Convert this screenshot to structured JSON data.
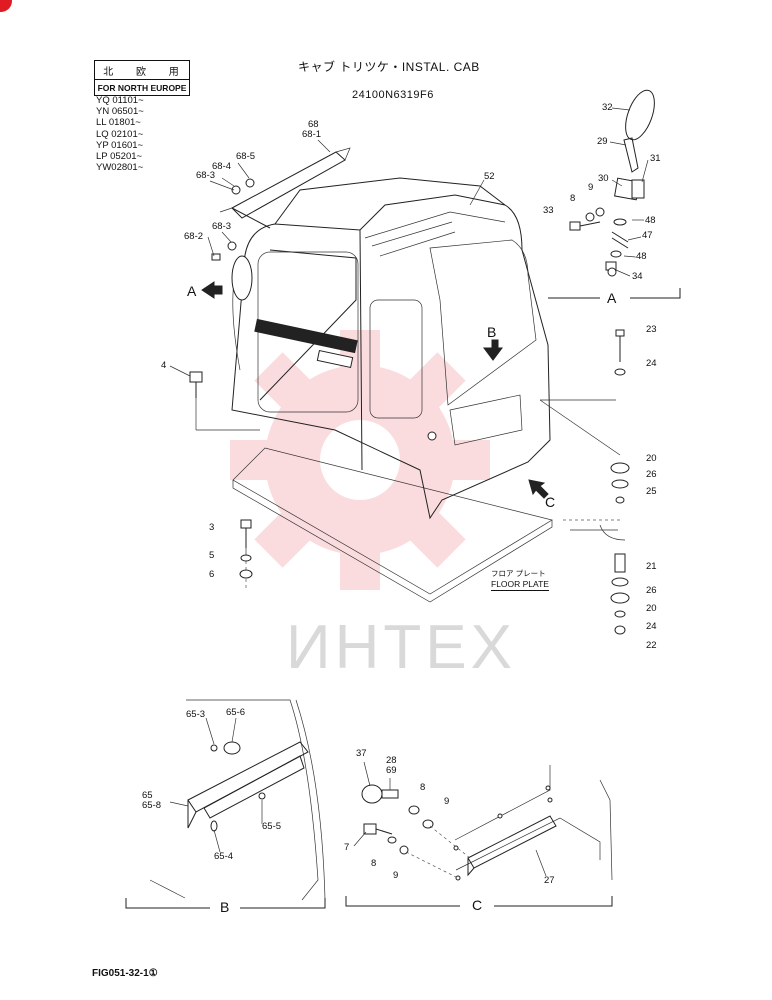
{
  "region": {
    "label_jp": "北 欧 用",
    "label_en": "FOR NORTH EUROPE"
  },
  "serials": [
    "YQ 01101~",
    "YN 06501~",
    "LL 01801~",
    "LQ 02101~",
    "YP 01601~",
    "LP 05201~",
    "YW02801~"
  ],
  "title": "キャブ トリツケ・INSTAL. CAB",
  "part_number": "24100N6319F6",
  "fig_code": "FIG051-32-1①",
  "floor_plate": {
    "jp": "フロア プレート",
    "en": "FLOOR PLATE"
  },
  "watermark": {
    "text": "ИНТЕХ"
  },
  "colors": {
    "watermark": "#e8424c",
    "ink": "#111111",
    "corner_mark": "#e01b24"
  },
  "views": {
    "a": "A",
    "b": "B",
    "c": "C"
  },
  "callouts": {
    "p68": "68",
    "p68_1": "68-1",
    "p68_5": "68-5",
    "p68_4": "68-4",
    "p68_3a": "68-3",
    "p68_3b": "68-3",
    "p68_2": "68-2",
    "p52": "52",
    "p4": "4",
    "p32": "32",
    "p29": "29",
    "p30": "30",
    "p31": "31",
    "p9a": "9",
    "p8a": "8",
    "p33": "33",
    "p48a": "48",
    "p47": "47",
    "p48b": "48",
    "p34": "34",
    "p23": "23",
    "p24a": "24",
    "p20a": "20",
    "p26a": "26",
    "p25": "25",
    "p21": "21",
    "p26b": "26",
    "p20b": "20",
    "p24b": "24",
    "p22": "22",
    "p3": "3",
    "p5": "5",
    "p6": "6",
    "p65_3": "65-3",
    "p65_6": "65-6",
    "p65": "65",
    "p65_8": "65-8",
    "p65_5": "65-5",
    "p65_4": "65-4",
    "p37": "37",
    "p28": "28",
    "p69": "69",
    "p8b": "8",
    "p9b": "9",
    "p7": "7",
    "p8c": "8",
    "p9c": "9",
    "p27": "27"
  }
}
